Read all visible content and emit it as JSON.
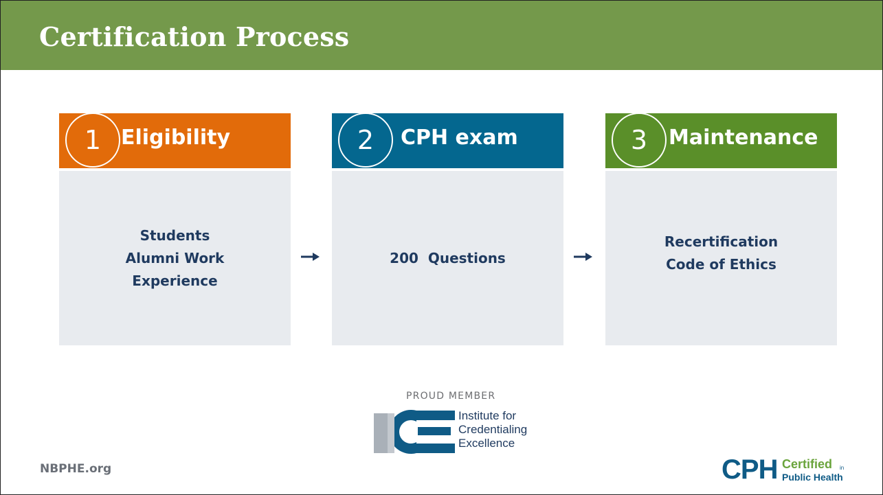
{
  "slide": {
    "title": "Certification Process"
  },
  "steps": [
    {
      "number": "1",
      "title": "Eligibility",
      "color": "#e26b0a",
      "lines": [
        "Students",
        "Alumni Work",
        "Experience"
      ]
    },
    {
      "number": "2",
      "title": "CPH exam",
      "color": "#04678f",
      "lines": [
        "200  Questions"
      ]
    },
    {
      "number": "3",
      "title": "Maintenance",
      "color": "#5a8f29",
      "lines": [
        "Recertification",
        "Code of Ethics"
      ]
    }
  ],
  "member": {
    "label": "PROUD MEMBER",
    "org_line1": "Institute for",
    "org_line2": "Credentialing",
    "org_line3": "Excellence",
    "logo_text": "ICE"
  },
  "footer": {
    "url": "NBPHE.org",
    "logo_main": "CPH",
    "logo_certified": "Certified",
    "logo_in": "in",
    "logo_public_health": "Public Health"
  },
  "colors": {
    "title_bar": "#74994b",
    "body_panel": "#e8ebef",
    "body_text": "#1f3a5f",
    "arrow": "#1f3a5f"
  }
}
